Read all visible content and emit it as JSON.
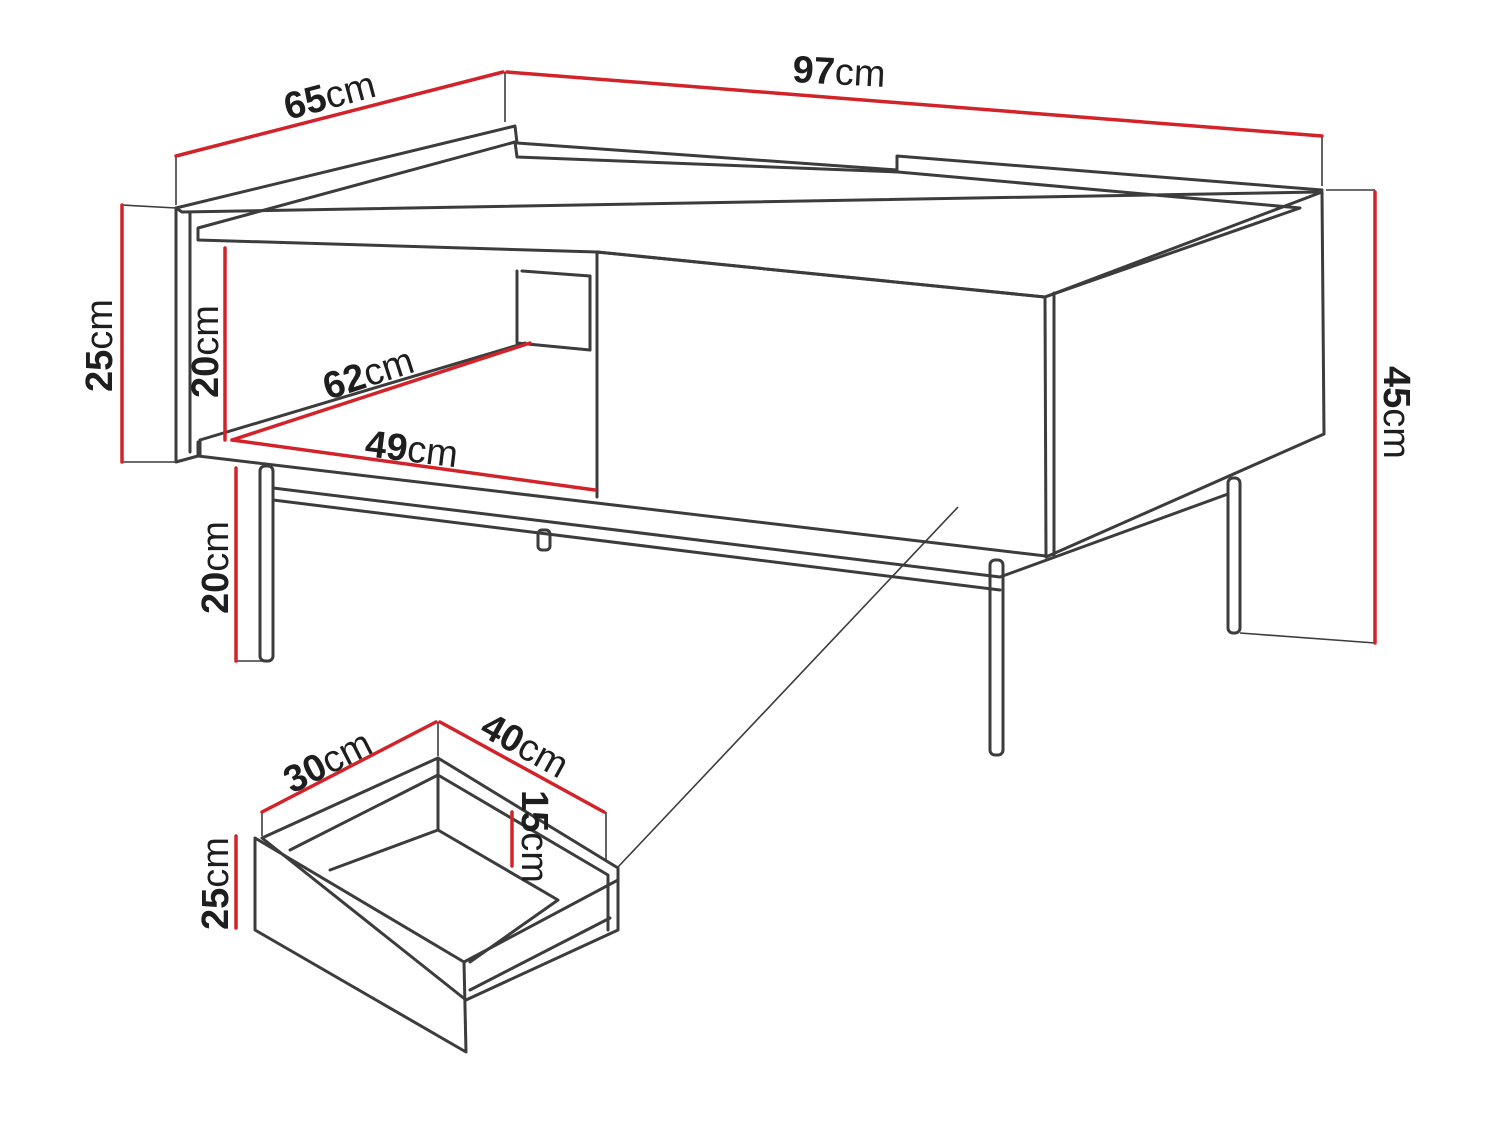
{
  "dimensions": [
    {
      "id": "table-depth",
      "value": "65",
      "unit": "cm"
    },
    {
      "id": "table-width",
      "value": "97",
      "unit": "cm"
    },
    {
      "id": "top-panel-height",
      "value": "25",
      "unit": "cm"
    },
    {
      "id": "shelf-height",
      "value": "20",
      "unit": "cm"
    },
    {
      "id": "shelf-depth",
      "value": "62",
      "unit": "cm"
    },
    {
      "id": "shelf-width",
      "value": "49",
      "unit": "cm"
    },
    {
      "id": "leg-height",
      "value": "20",
      "unit": "cm"
    },
    {
      "id": "total-height",
      "value": "45",
      "unit": "cm"
    },
    {
      "id": "drawer-width",
      "value": "30",
      "unit": "cm"
    },
    {
      "id": "drawer-depth",
      "value": "40",
      "unit": "cm"
    },
    {
      "id": "drawer-inner-height",
      "value": "15",
      "unit": "cm"
    },
    {
      "id": "drawer-height",
      "value": "25",
      "unit": "cm"
    }
  ],
  "colors": {
    "dimension_line": "#d3232a",
    "outline": "#3c3c3c"
  }
}
